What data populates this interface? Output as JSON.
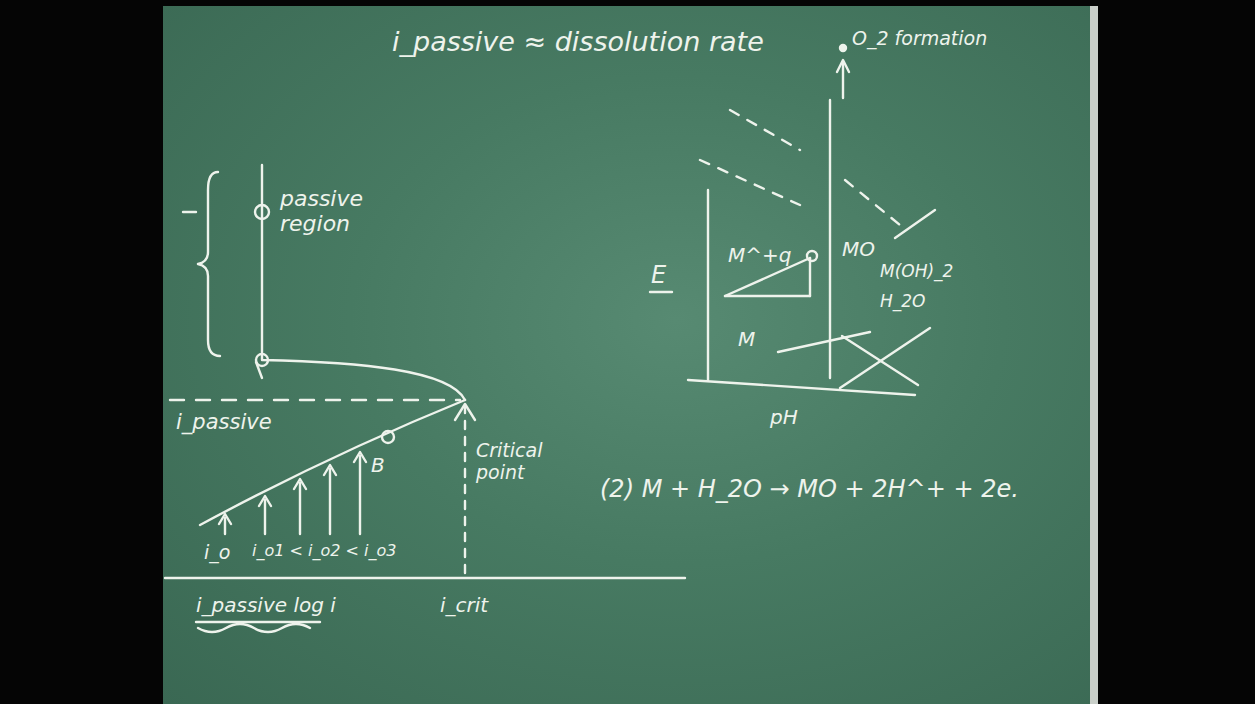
{
  "diagram": {
    "labels": [
      "i_passive ≈ dissolution rate",
      "passive region",
      "i_passive",
      "i_o",
      "i_o1 < i_o2 < i_o3",
      "B",
      "Critical point",
      "i_passive log i",
      "i_crit",
      "O_2 formation",
      "E",
      "M^+q",
      "MO",
      "M(OH)_2",
      "H_2O",
      "M",
      "pH",
      "(2) M + H_2O → MO + 2H^+ + 2e."
    ]
  }
}
